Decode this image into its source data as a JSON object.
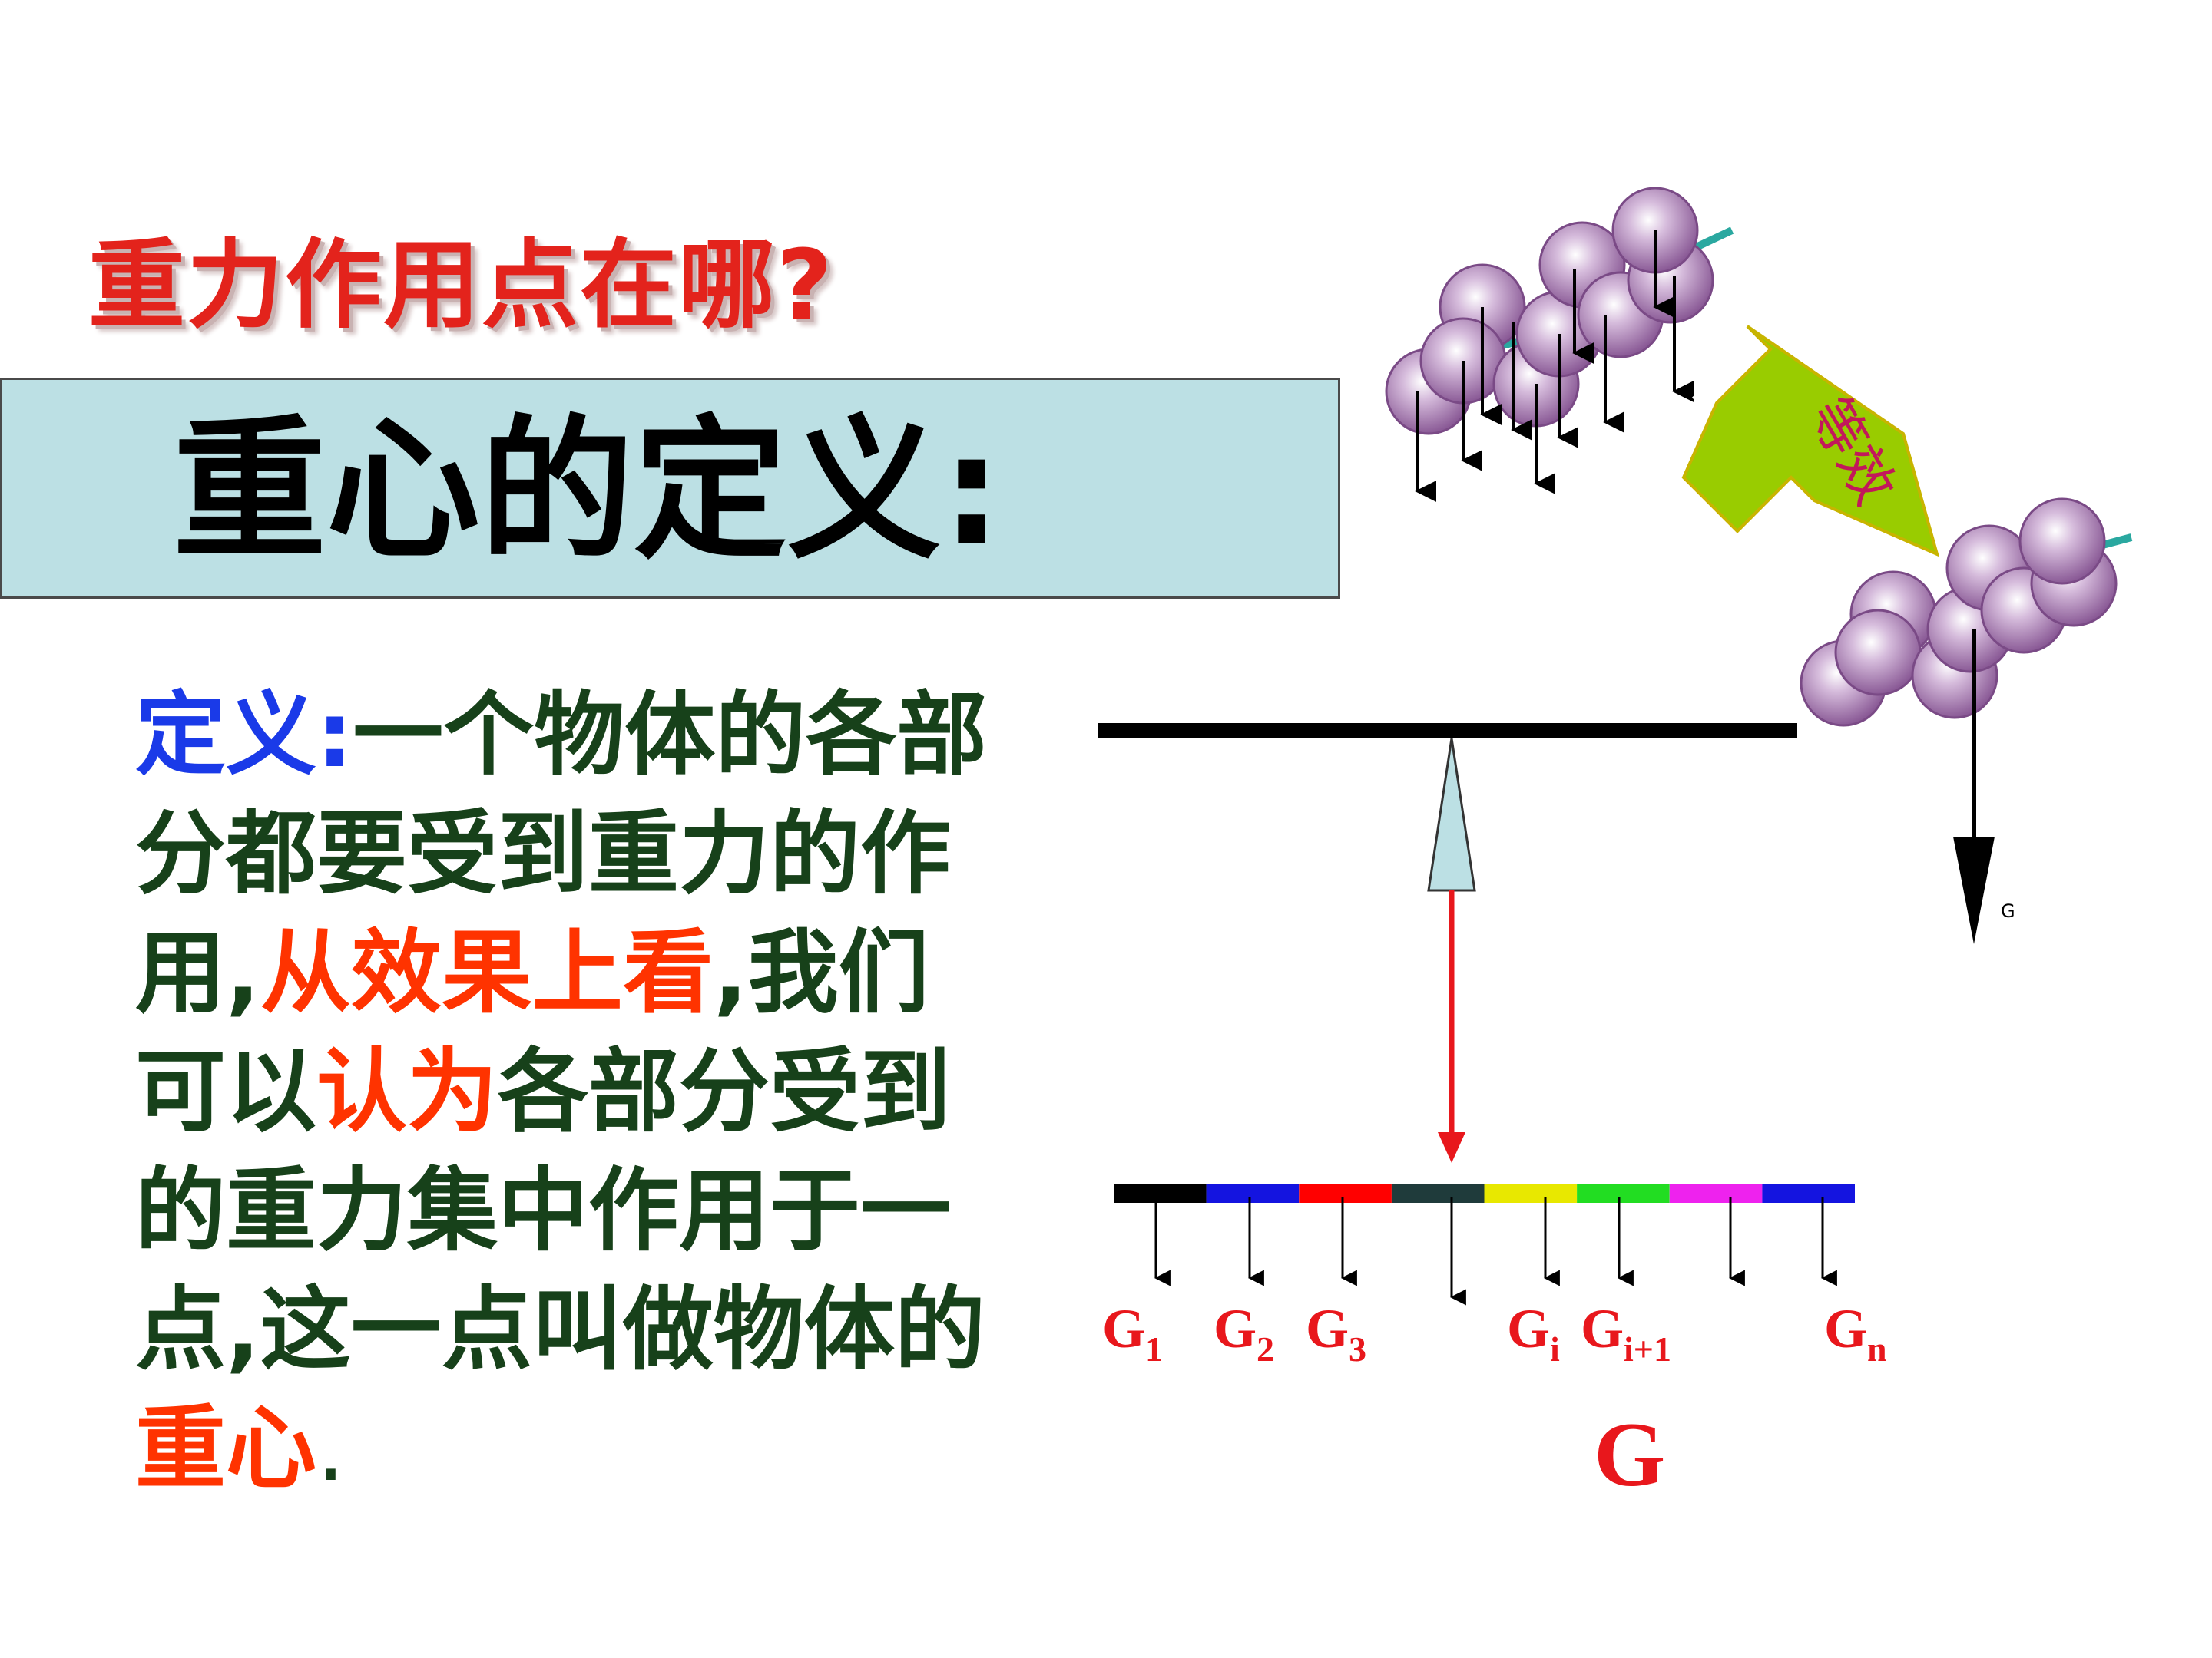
{
  "slide": {
    "question": "重力作用点在哪?",
    "banner_title": "重心的定义:"
  },
  "definition": {
    "label": "定义",
    "colon": ":",
    "part1": "一个物体的各部分都要受到重力的作用,",
    "part2": "从效果上看",
    "part3": ",我们可以",
    "part4": "认为",
    "part5": "各部分受到的重力集中作用于一点,这一点叫做物体的",
    "part6": "重心",
    "part7": "."
  },
  "diagram": {
    "arrow_label": "等效",
    "small_force_label": "G",
    "segment_colors": [
      "#000000",
      "#1414e0",
      "#ff0000",
      "#1f3b3b",
      "#e8e800",
      "#22dd22",
      "#ee22ee",
      "#1414e0"
    ],
    "labels": [
      {
        "main": "G",
        "sub": "1"
      },
      {
        "main": "G",
        "sub": "2"
      },
      {
        "main": "G",
        "sub": "3"
      },
      {
        "main": "G",
        "sub": "i"
      },
      {
        "main": "G",
        "sub": "i+1"
      },
      {
        "main": "G",
        "sub": "n"
      }
    ],
    "total_label": "G",
    "colors": {
      "label_red": "#e8171c",
      "ball": "#b892c0",
      "arrow_fill": "#99cc00",
      "arrow_text": "#c2185b",
      "pivot_fill": "#bce0e4"
    }
  }
}
